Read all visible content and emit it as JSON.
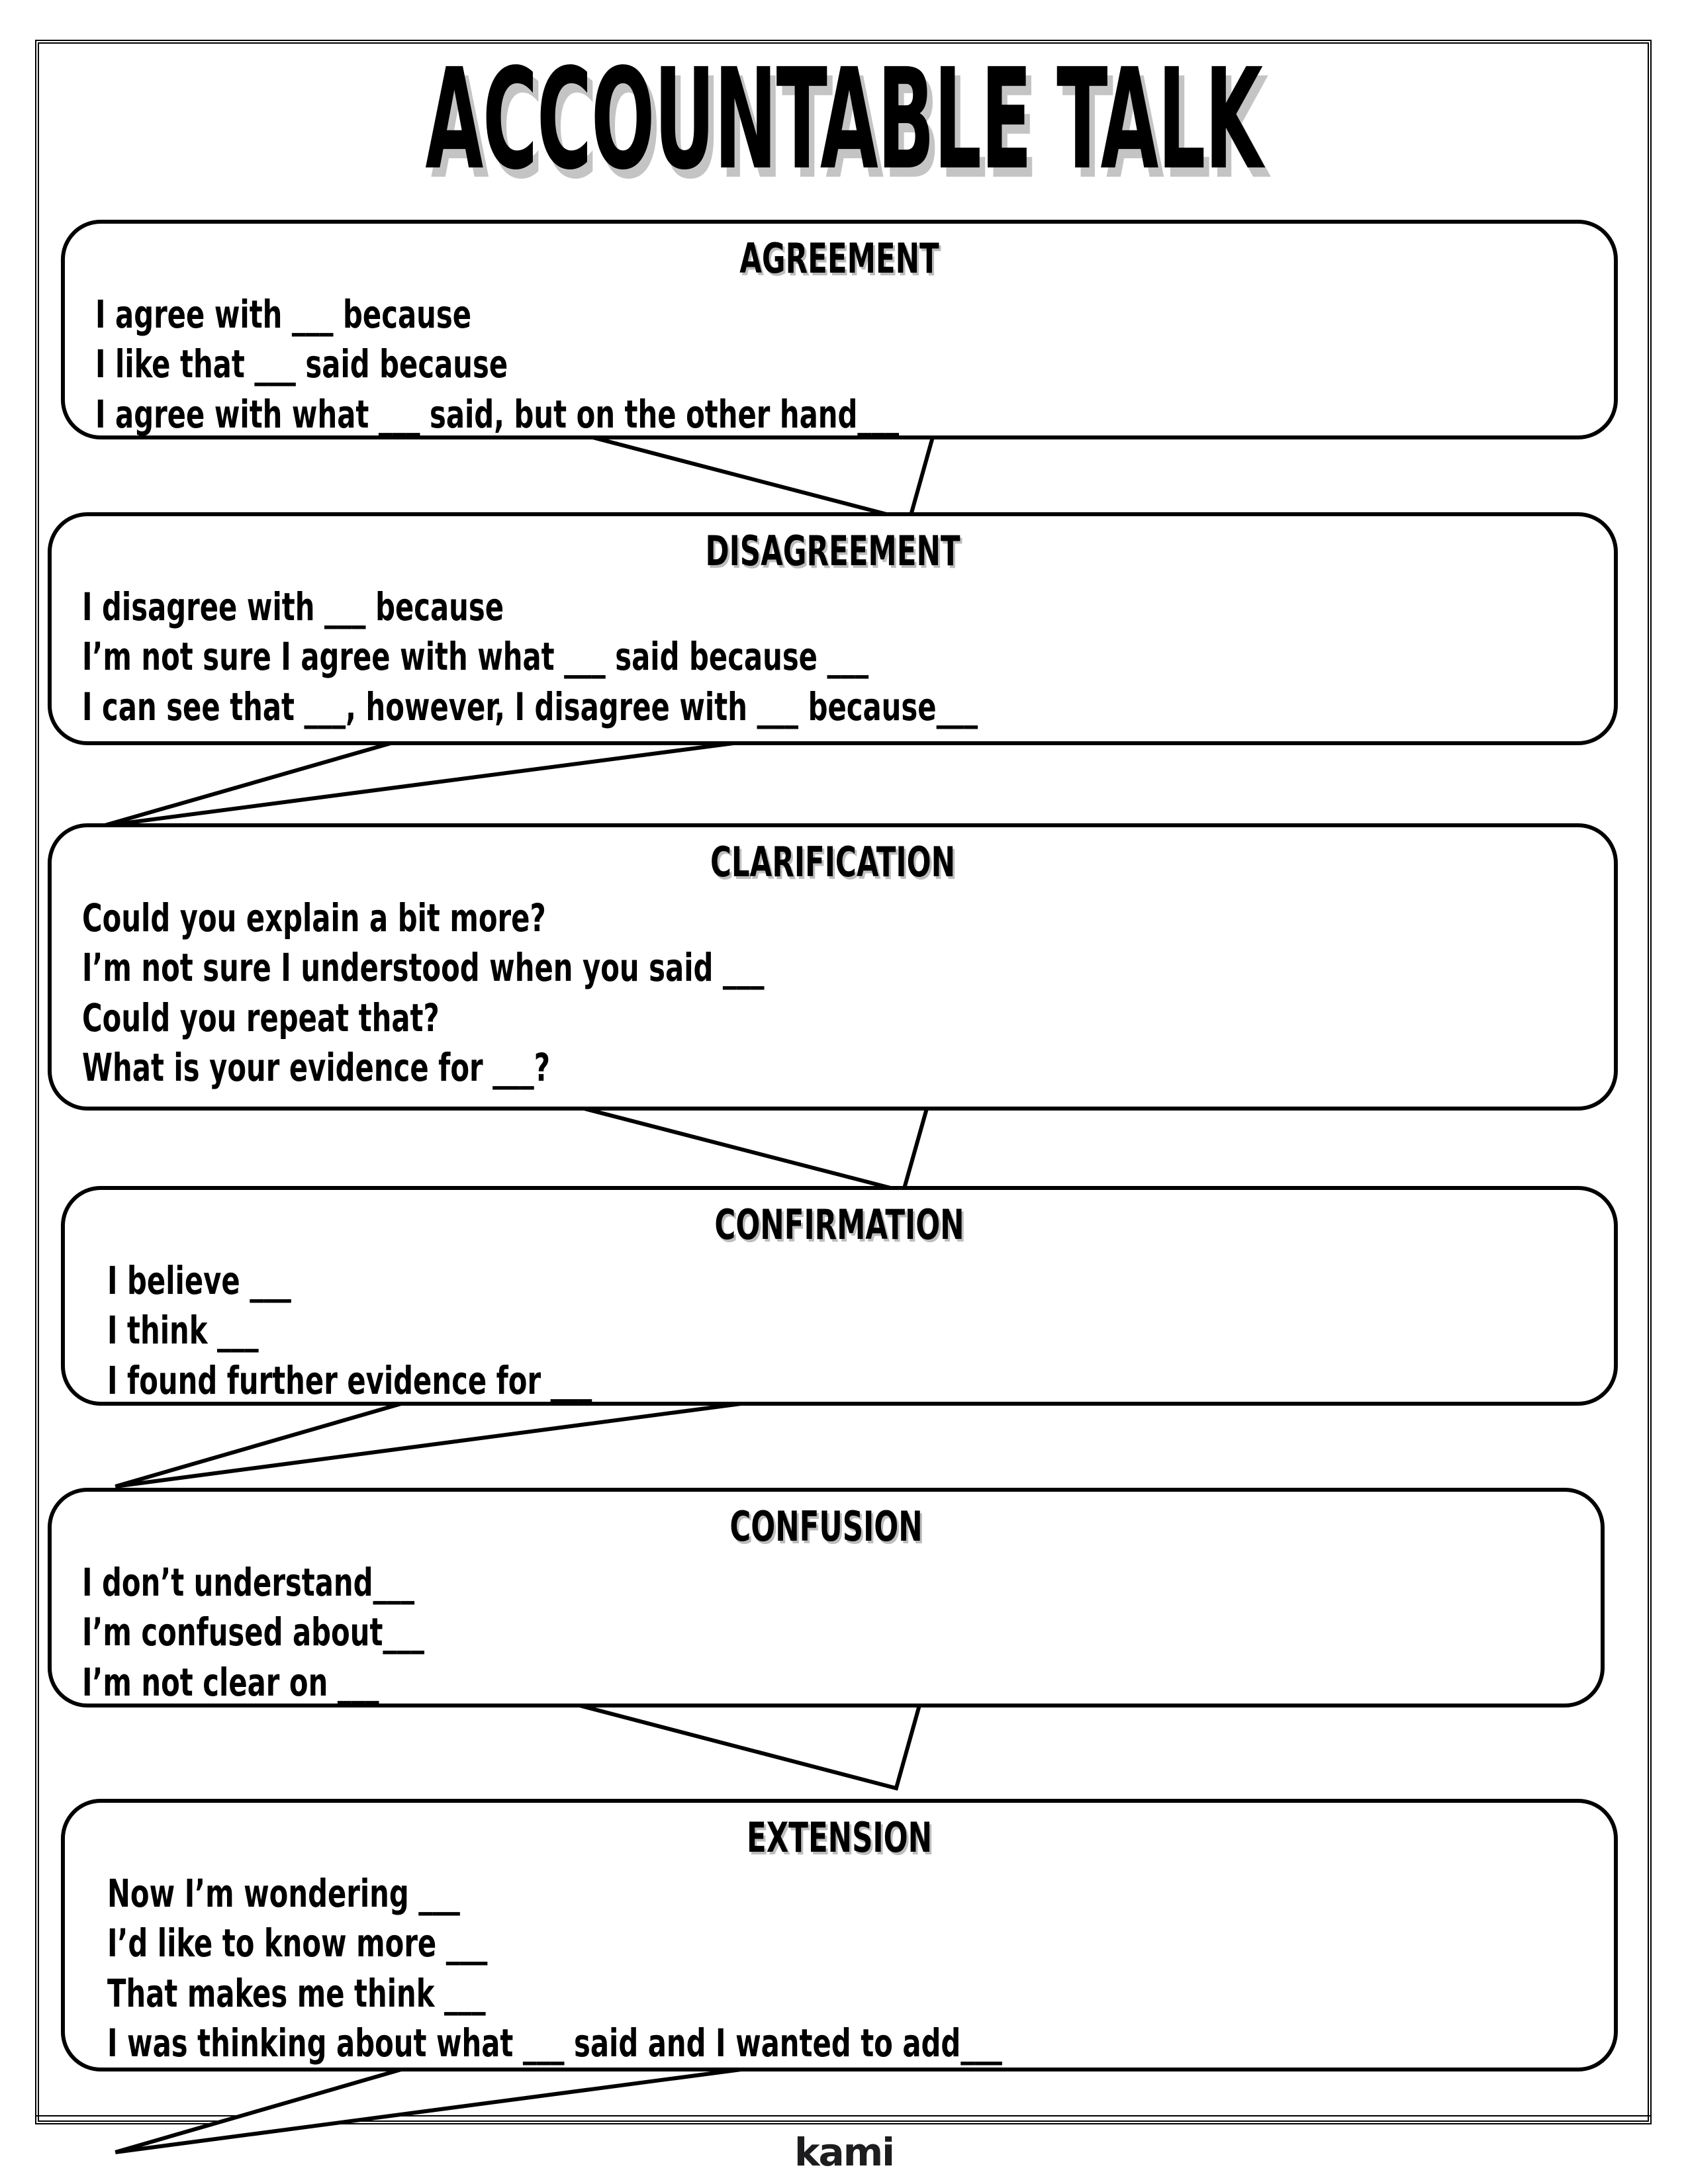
{
  "page": {
    "title": "ACCOUNTABLE TALK",
    "footer_logo": "kami"
  },
  "sections": [
    {
      "id": "agreement",
      "header": "AGREEMENT",
      "tail": "right",
      "indent": 0,
      "lines": [
        "I agree with ___ because",
        "I like that ___ said because",
        "I agree with what ___ said, but on the other hand___"
      ]
    },
    {
      "id": "disagreement",
      "header": "DISAGREEMENT",
      "tail": "left",
      "indent": 0,
      "lines": [
        "I disagree with ___ because",
        "I’m not sure I agree with what ___ said because ___",
        "I can see that ___, however, I disagree with ___ because___"
      ]
    },
    {
      "id": "clarification",
      "header": "CLARIFICATION",
      "tail": "right",
      "indent": 0,
      "lines": [
        "Could you explain a bit more?",
        "I’m not sure I understood when you said ___",
        "Could you repeat that?",
        "What is your evidence for ___?"
      ]
    },
    {
      "id": "confirmation",
      "header": "CONFIRMATION",
      "tail": "left",
      "indent": 18,
      "lines": [
        "I believe ___",
        "I think ___",
        "I found further evidence for ___"
      ]
    },
    {
      "id": "confusion",
      "header": "CONFUSION",
      "tail": "right",
      "indent": 0,
      "lines": [
        "I don’t understand___",
        "I’m confused about___",
        "I’m not clear on ___"
      ]
    },
    {
      "id": "extension",
      "header": "EXTENSION",
      "tail": "left",
      "indent": 18,
      "lines": [
        "Now I’m wondering ___",
        "I’d like to know more ___",
        "That makes me think ___",
        "I was thinking about what ___ said and I wanted to add___"
      ]
    }
  ],
  "colors": {
    "ink": "#000000",
    "title_shadow": "#c4c4c4",
    "header_shadow": "#bdbdbd",
    "paper": "#ffffff",
    "logo": "#1d1d1f"
  }
}
